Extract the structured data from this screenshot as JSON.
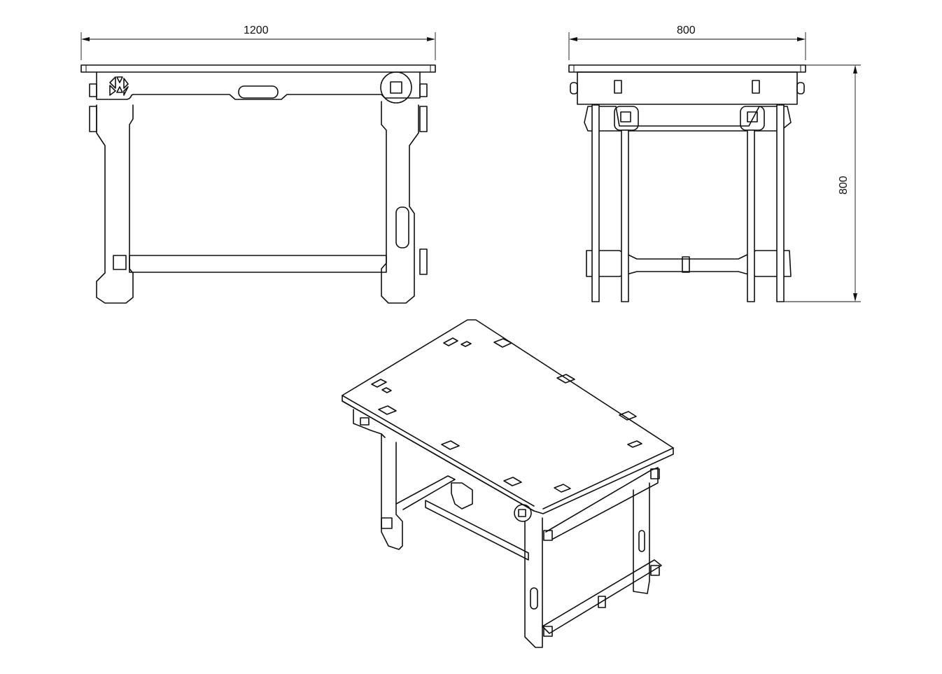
{
  "drawing": {
    "subject": "Flat-pack table technical drawing",
    "views": [
      {
        "name": "front-view",
        "dimension_label": "1200",
        "dimension_axis": "width"
      },
      {
        "name": "side-view",
        "dimension_label_width": "800",
        "dimension_label_height": "800"
      },
      {
        "name": "isometric-view"
      }
    ]
  },
  "dimensions": {
    "front_width": "1200",
    "side_width": "800",
    "side_height": "800"
  },
  "colors": {
    "line": "#111111",
    "background": "#ffffff"
  }
}
